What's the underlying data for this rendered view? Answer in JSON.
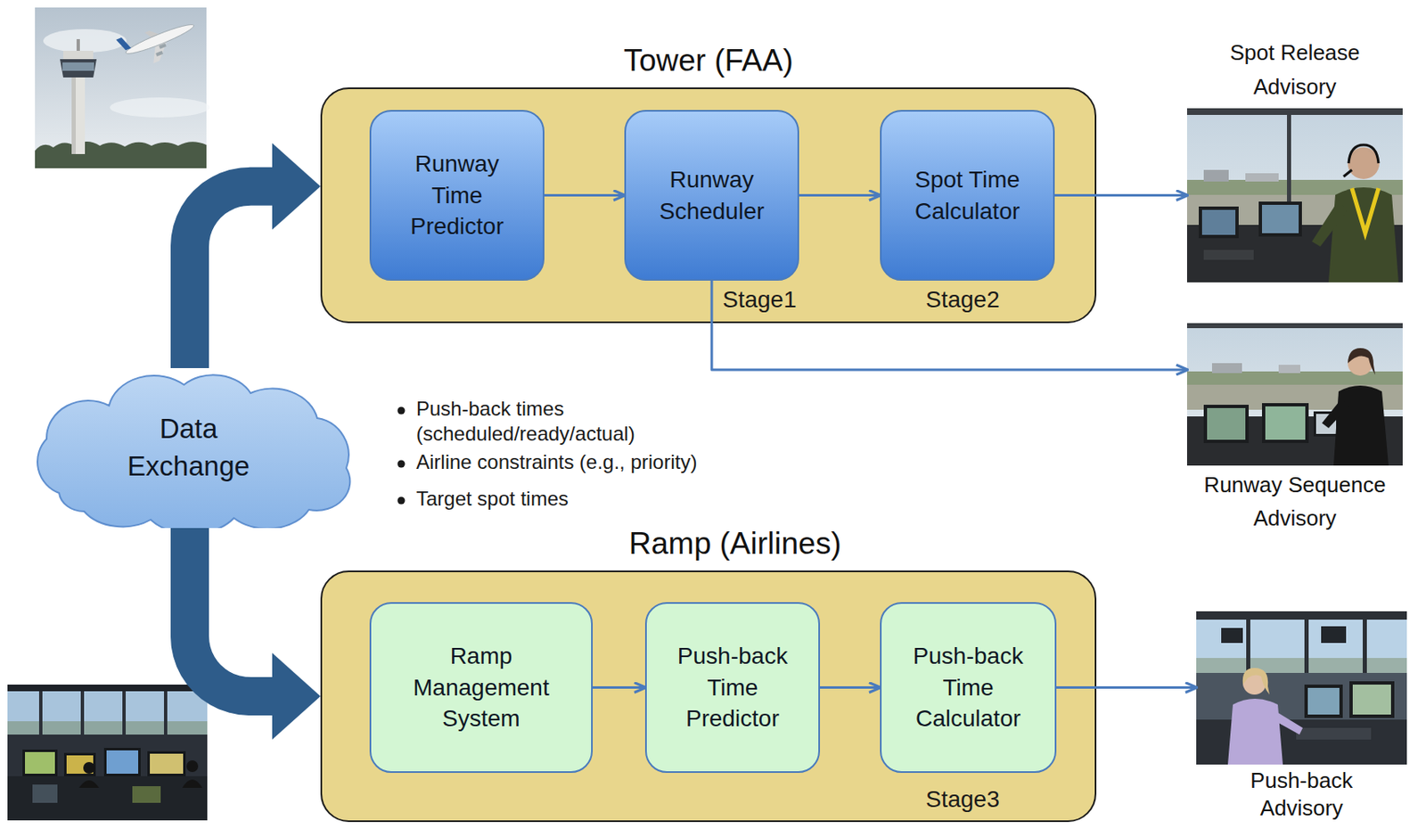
{
  "diagram": {
    "nodes": [
      {
        "text": [
          "Tower (FAA)"
        ]
      },
      {
        "text": [
          "Runway Time Predictor"
        ],
        "in": 0
      },
      {
        "text": [
          "Runway Scheduler"
        ],
        "in": 0
      },
      {
        "text": [
          "Spot Time Calculator"
        ],
        "in": 0
      },
      {
        "text": [
          "Ramp (Airlines)"
        ]
      },
      {
        "text": [
          "Ramp Management System"
        ],
        "in": 4
      },
      {
        "text": [
          "Push-back Time Predictor"
        ],
        "in": 4
      },
      {
        "text": [
          "Push-back Time Calculator"
        ],
        "in": 4
      },
      {
        "text": [
          "Data Exchange"
        ]
      },
      {
        "text": [
          "Spot Release Advisory"
        ]
      },
      {
        "text": [
          "Runway Sequence Advisory"
        ]
      },
      {
        "text": [
          "Push-back Advisory"
        ]
      }
    ],
    "edges": [
      {
        "from": 8,
        "to": 0,
        "arrow": "to"
      },
      {
        "from": 8,
        "to": 4,
        "arrow": "to"
      },
      {
        "from": 1,
        "to": 2,
        "arrow": "to"
      },
      {
        "from": 2,
        "to": 3,
        "arrow": "to"
      },
      {
        "from": 3,
        "to": 9,
        "arrow": "to"
      },
      {
        "from": 2,
        "to": 10,
        "arrow": "to"
      },
      {
        "from": 5,
        "to": 6,
        "arrow": "to"
      },
      {
        "from": 6,
        "to": 7,
        "arrow": "to"
      },
      {
        "from": 7,
        "to": 11,
        "arrow": "to"
      }
    ],
    "labels": [
      "Push-back times (scheduled/ready/actual)",
      "Airline constraints (e.g., priority)",
      "Target spot times",
      "Stage1",
      "Stage2",
      "Stage3"
    ]
  }
}
